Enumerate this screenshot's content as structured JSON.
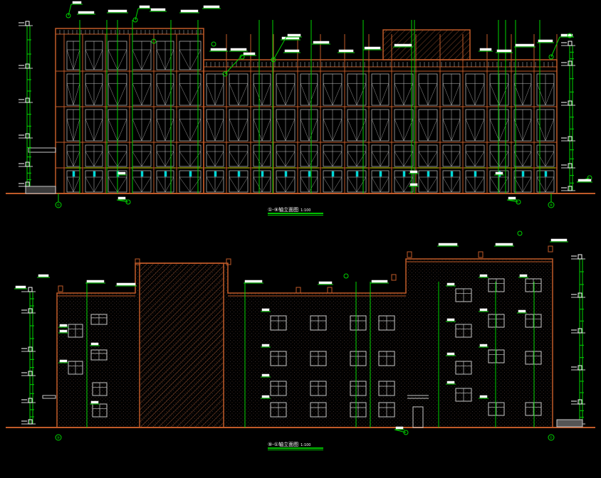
{
  "drawing": {
    "background": "#000000",
    "colors": {
      "wall": "#c05a28",
      "dim": "#00d400",
      "detail": "#c8c8c8",
      "label": "#ffffff",
      "grid": "#9a9a9a"
    }
  },
  "elevation_1": {
    "title": "①-⑨轴立面图",
    "scale": "1:100",
    "axis_left": "①",
    "axis_right": "⑨"
  },
  "elevation_2": {
    "title": "⑨-①轴立面图",
    "scale": "1:100",
    "axis_left": "⑨",
    "axis_right": "①"
  }
}
